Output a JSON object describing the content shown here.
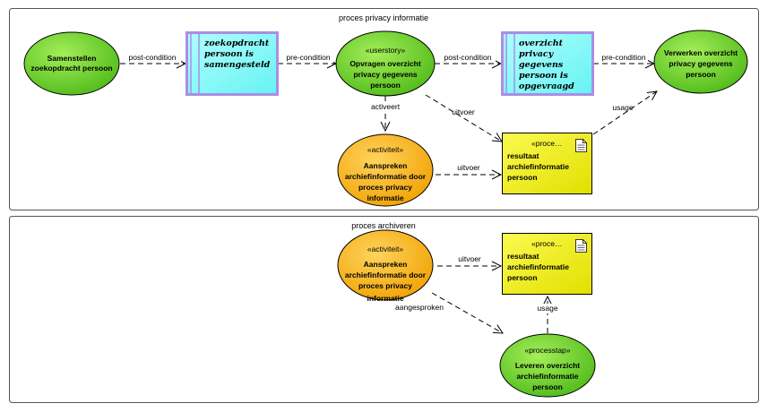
{
  "boundaries": {
    "privacy": {
      "title": "proces privacy informatie"
    },
    "archiveren": {
      "title": "proces archiveren"
    }
  },
  "nodes": {
    "samenstellen": {
      "lines": [
        "Samenstellen",
        "zoekopdracht persoon"
      ]
    },
    "zoekopdracht_state": {
      "lines": [
        "zoekopdracht",
        "persoon is",
        "samengesteld"
      ]
    },
    "opvragen": {
      "stereotype": "«userstory»",
      "lines": [
        "Opvragen overzicht",
        "privacy gegevens",
        "persoon"
      ]
    },
    "overzicht_state": {
      "lines": [
        "overzicht",
        "privacy",
        "gegevens",
        "persoon is",
        "opgevraagd"
      ]
    },
    "verwerken": {
      "lines": [
        "Verwerken overzicht",
        "privacy gegevens",
        "persoon"
      ]
    },
    "aanspreken1": {
      "stereotype": "«activiteit»",
      "lines": [
        "Aanspreken",
        "archiefinformatie door",
        "proces privacy",
        "informatie"
      ]
    },
    "resultaat1": {
      "stereotype": "«proce…",
      "lines": [
        "resultaat",
        "archiefinformatie",
        "persoon"
      ]
    },
    "aanspreken2": {
      "stereotype": "«activiteit»",
      "lines": [
        "Aanspreken",
        "archiefinformatie door",
        "proces privacy",
        "informatie"
      ]
    },
    "resultaat2": {
      "stereotype": "«proce…",
      "lines": [
        "resultaat",
        "archiefinformatie",
        "persoon"
      ]
    },
    "leveren": {
      "stereotype": "«processtap»",
      "lines": [
        "Leveren overzicht",
        "archiefinformatie",
        "persoon"
      ]
    }
  },
  "edges": {
    "e1": "post-condition",
    "e2": "pre-condition",
    "e3": "post-condition",
    "e4": "pre-condition",
    "e5": "activeert",
    "e6": "uitvoer",
    "e7": "uitvoer",
    "e8": "usage",
    "e9": "uitvoer",
    "e10": "aangesproken",
    "e11": "usage"
  },
  "colors": {
    "green": "#5ec81c",
    "orange": "#f5ad0c",
    "yellow": "#f0ee00",
    "cyan": "#80ffff",
    "state_border": "#a98ee6"
  }
}
